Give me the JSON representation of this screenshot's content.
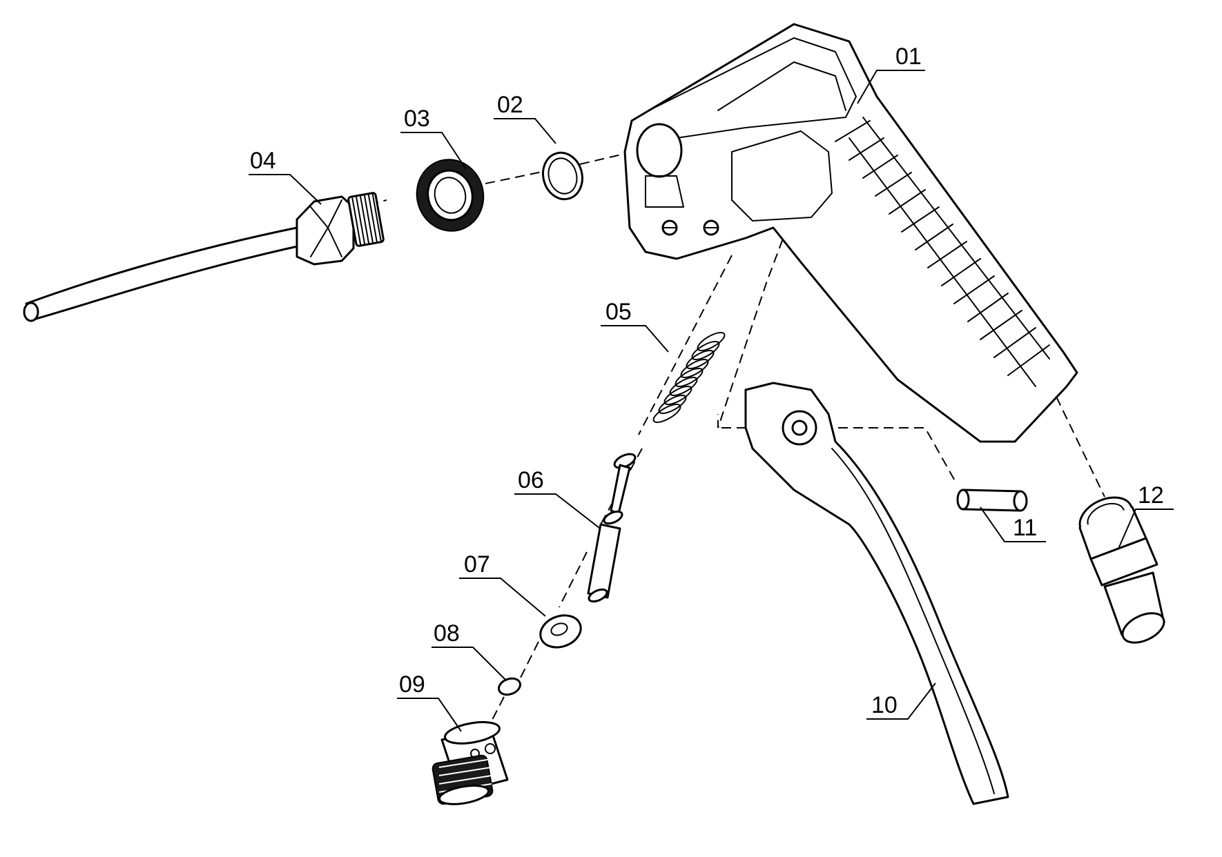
{
  "callouts": [
    {
      "id": "01",
      "label": "01"
    },
    {
      "id": "02",
      "label": "02"
    },
    {
      "id": "03",
      "label": "03"
    },
    {
      "id": "04",
      "label": "04"
    },
    {
      "id": "05",
      "label": "05"
    },
    {
      "id": "06",
      "label": "06"
    },
    {
      "id": "07",
      "label": "07"
    },
    {
      "id": "08",
      "label": "08"
    },
    {
      "id": "09",
      "label": "09"
    },
    {
      "id": "10",
      "label": "10"
    },
    {
      "id": "11",
      "label": "11"
    },
    {
      "id": "12",
      "label": "12"
    }
  ],
  "colors": {
    "line": "#000000",
    "background": "#ffffff"
  }
}
